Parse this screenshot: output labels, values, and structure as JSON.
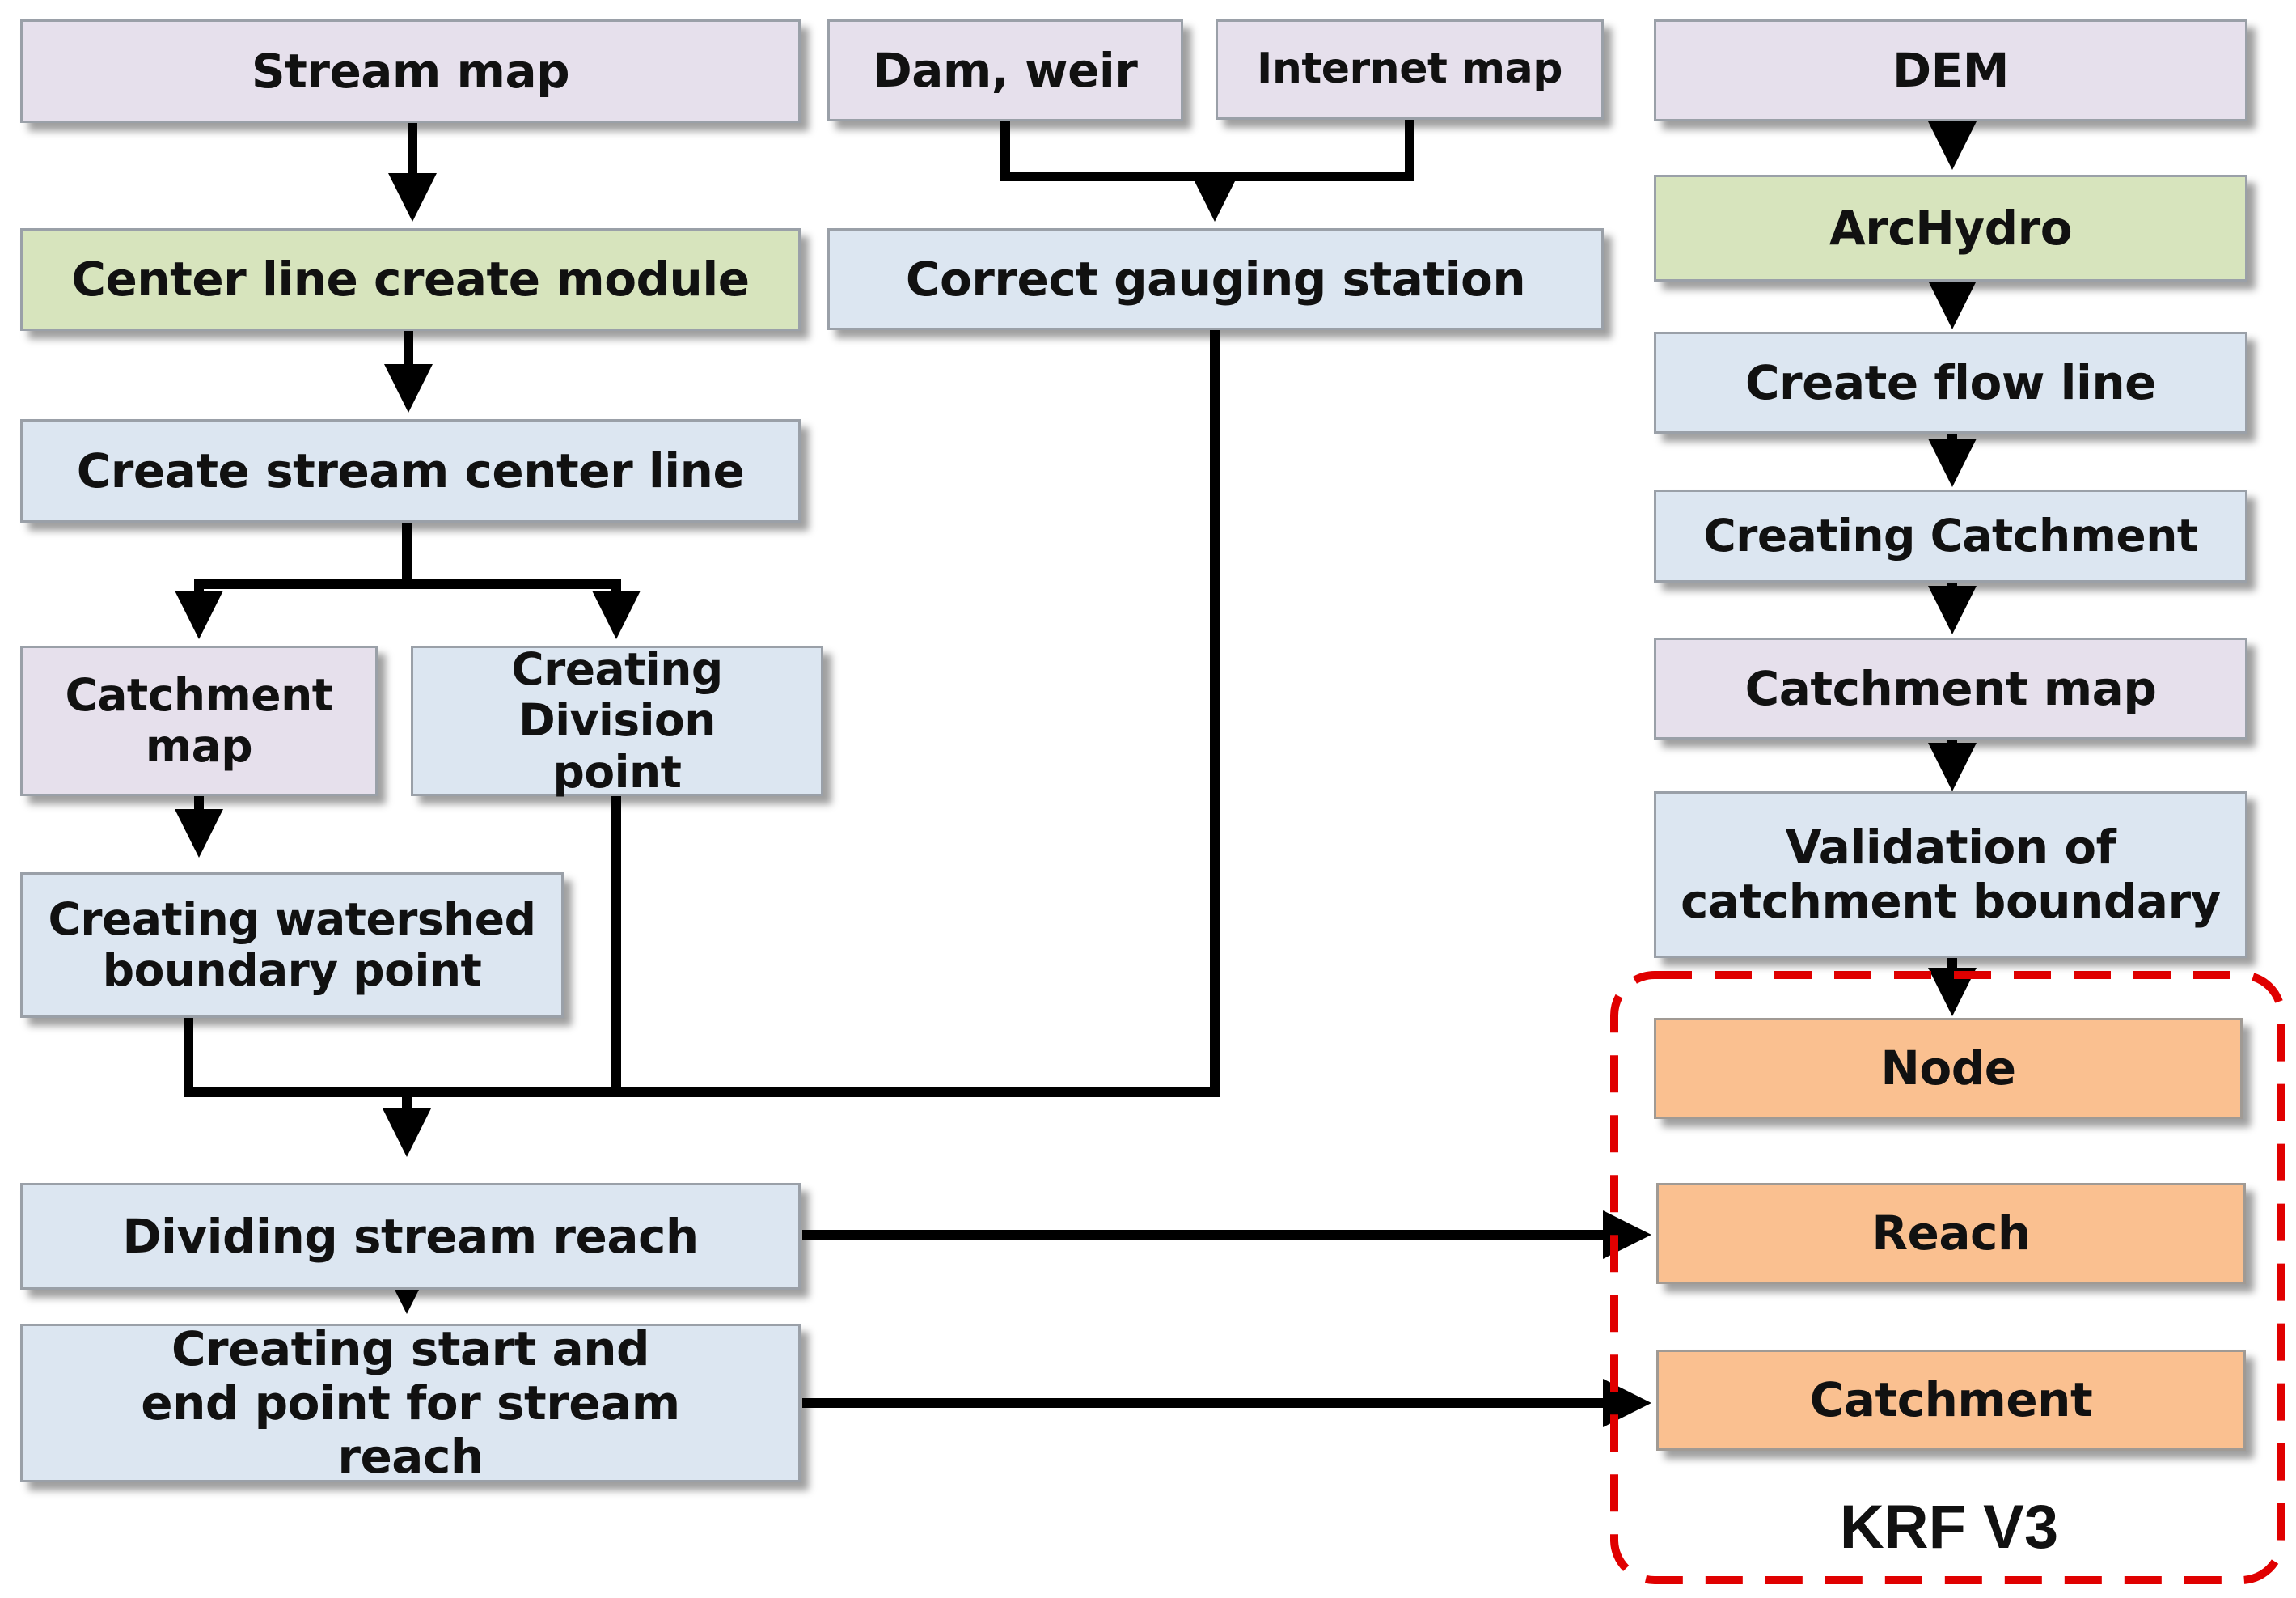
{
  "boxes": {
    "stream_map": "Stream map",
    "dam_weir": "Dam, weir",
    "internet_map": "Internet map",
    "dem": "DEM",
    "center_line_module": "Center line create module",
    "correct_gauging": "Correct gauging station",
    "archydro": "ArcHydro",
    "create_flow_line": "Create flow line",
    "create_stream_center": "Create stream center line",
    "creating_catchment": "Creating Catchment",
    "catchment_map_left": "Catchment map",
    "creating_division": "Creating Division point",
    "catchment_map_right": "Catchment map",
    "watershed_boundary": "Creating watershed boundary point",
    "validation": "Validation of catchment boundary",
    "node": "Node",
    "dividing_reach": "Dividing stream reach",
    "reach": "Reach",
    "start_end_point": "Creating start and end point for stream reach",
    "catchment": "Catchment"
  },
  "group_label": "KRF V3",
  "colors": {
    "input_map": "#e6e0ec",
    "process": "#dce6f1",
    "module": "#d7e4bd",
    "output": "#fac090",
    "group_border": "#e00000",
    "connector": "#000000"
  }
}
